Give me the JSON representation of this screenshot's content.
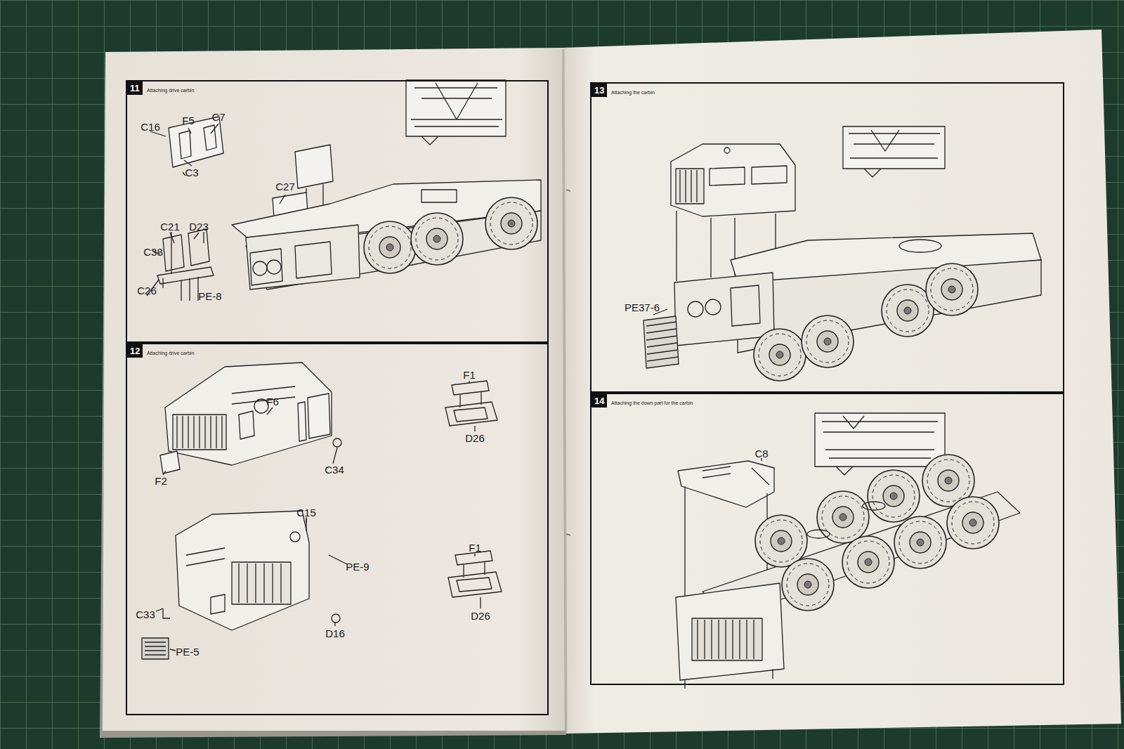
{
  "diagram": {
    "nodes": [
      {
        "text": [
          "11",
          "Attaching drive carbin"
        ]
      },
      {
        "text": [
          "12",
          "Attaching drive carbin"
        ]
      },
      {
        "text": [
          "13",
          "Attaching the carbin"
        ]
      },
      {
        "text": [
          "14",
          "Attaching the down part for the carbin"
        ]
      }
    ],
    "labels": [
      "C16",
      "F5",
      "C7",
      "C3",
      "C27",
      "C21",
      "D23",
      "C38",
      "C26",
      "PE-8",
      "F6",
      "F1",
      "D26",
      "F2",
      "C34",
      "C15",
      "PE-9",
      "C33",
      "D16",
      "PE-5",
      "F1",
      "D26",
      "PE37-6",
      "C8"
    ]
  }
}
